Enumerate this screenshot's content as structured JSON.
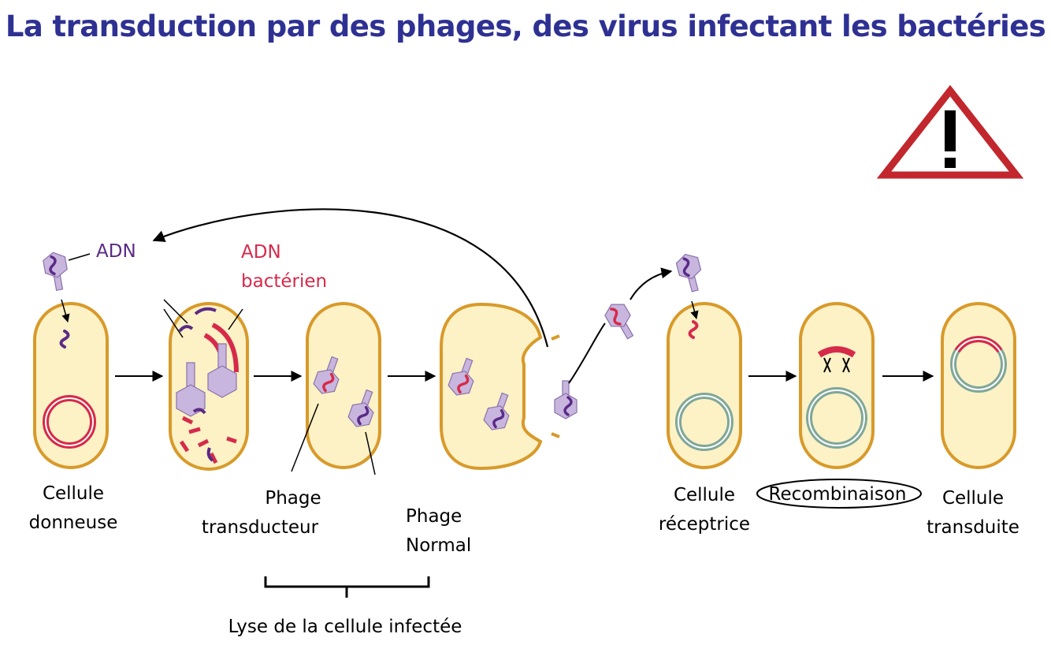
{
  "title": "La transduction par des phages, des virus infectant les bactéries",
  "colors": {
    "title": "#2e3192",
    "cell_fill": "#fdf1c6",
    "cell_stroke": "#d89a2a",
    "bacterial_dna": "#d62a4a",
    "phage_dna": "#5b2a86",
    "phage_body": "#c8b6de",
    "recipient_dna": "#7fa79a",
    "warning": "#c1272d"
  },
  "labels": {
    "adn": "ADN",
    "adn_bacterien_1": "ADN",
    "adn_bacterien_2": "bactérien",
    "donneuse_1": "Cellule",
    "donneuse_2": "donneuse",
    "transducteur_1": "Phage",
    "transducteur_2": "transducteur",
    "normal_1": "Phage",
    "normal_2": "Normal",
    "receptrice_1": "Cellule",
    "receptrice_2": "réceptrice",
    "recombinaison": "Recombinaison",
    "transduite_1": "Cellule",
    "transduite_2": "transduite",
    "lyse": "Lyse de la cellule infectée"
  },
  "warning_icon": "warning-triangle-icon"
}
